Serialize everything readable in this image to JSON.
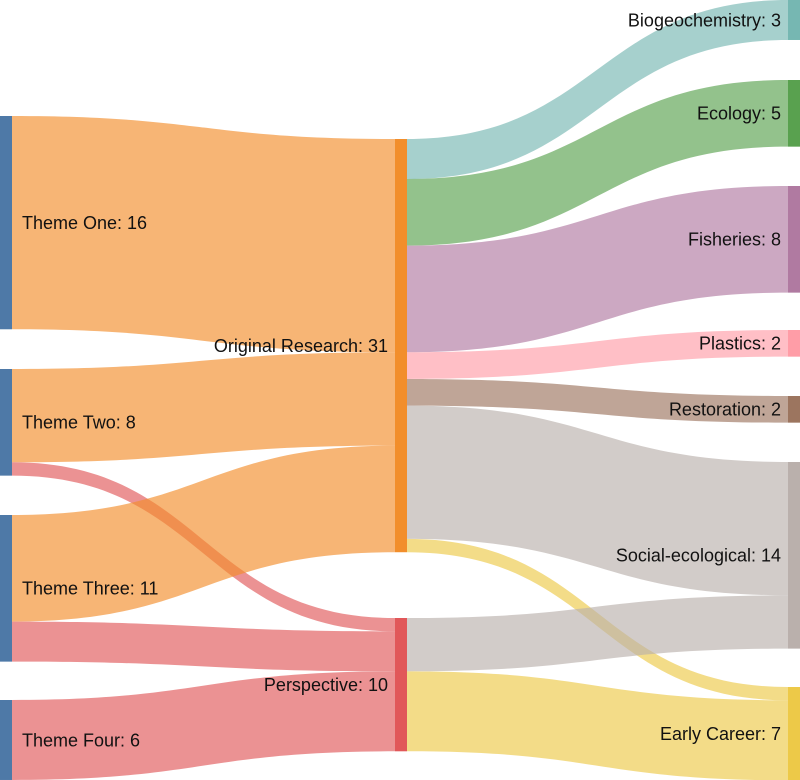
{
  "chart_data": {
    "type": "sankey",
    "title": "",
    "nodes": [
      {
        "id": "t1",
        "name": "Theme One",
        "value": 16,
        "label": "Theme One: 16",
        "color": "#4e79a7"
      },
      {
        "id": "t2",
        "name": "Theme Two",
        "value": 8,
        "label": "Theme Two: 8",
        "color": "#4e79a7"
      },
      {
        "id": "t3",
        "name": "Theme Three",
        "value": 11,
        "label": "Theme Three: 11",
        "color": "#4e79a7"
      },
      {
        "id": "t4",
        "name": "Theme Four",
        "value": 6,
        "label": "Theme Four: 6",
        "color": "#4e79a7"
      },
      {
        "id": "or",
        "name": "Original Research",
        "value": 31,
        "label": "Original Research: 31",
        "color": "#f28e2b"
      },
      {
        "id": "pe",
        "name": "Perspective",
        "value": 10,
        "label": "Perspective: 10",
        "color": "#e15759"
      },
      {
        "id": "bio",
        "name": "Biogeochemistry",
        "value": 3,
        "label": "Biogeochemistry: 3",
        "color": "#76b7b2"
      },
      {
        "id": "eco",
        "name": "Ecology",
        "value": 5,
        "label": "Ecology: 5",
        "color": "#59a14f"
      },
      {
        "id": "fis",
        "name": "Fisheries",
        "value": 8,
        "label": "Fisheries: 8",
        "color": "#b07aa1"
      },
      {
        "id": "pla",
        "name": "Plastics",
        "value": 2,
        "label": "Plastics: 2",
        "color": "#ff9da7"
      },
      {
        "id": "res",
        "name": "Restoration",
        "value": 2,
        "label": "Restoration: 2",
        "color": "#9c755f"
      },
      {
        "id": "soc",
        "name": "Social-ecological",
        "value": 14,
        "label": "Social-ecological: 14",
        "color": "#bab0ac"
      },
      {
        "id": "ec",
        "name": "Early Career",
        "value": 7,
        "label": "Early Career: 7",
        "color": "#edc948"
      }
    ],
    "links": [
      {
        "source": "t1",
        "target": "or",
        "value": 16
      },
      {
        "source": "t2",
        "target": "or",
        "value": 7
      },
      {
        "source": "t2",
        "target": "pe",
        "value": 1
      },
      {
        "source": "t3",
        "target": "or",
        "value": 8
      },
      {
        "source": "t3",
        "target": "pe",
        "value": 3
      },
      {
        "source": "t4",
        "target": "pe",
        "value": 6
      },
      {
        "source": "or",
        "target": "bio",
        "value": 3
      },
      {
        "source": "or",
        "target": "eco",
        "value": 5
      },
      {
        "source": "or",
        "target": "fis",
        "value": 8
      },
      {
        "source": "or",
        "target": "pla",
        "value": 2
      },
      {
        "source": "or",
        "target": "res",
        "value": 2
      },
      {
        "source": "or",
        "target": "soc",
        "value": 10
      },
      {
        "source": "or",
        "target": "ec",
        "value": 1
      },
      {
        "source": "pe",
        "target": "soc",
        "value": 4
      },
      {
        "source": "pe",
        "target": "ec",
        "value": 6
      }
    ]
  }
}
